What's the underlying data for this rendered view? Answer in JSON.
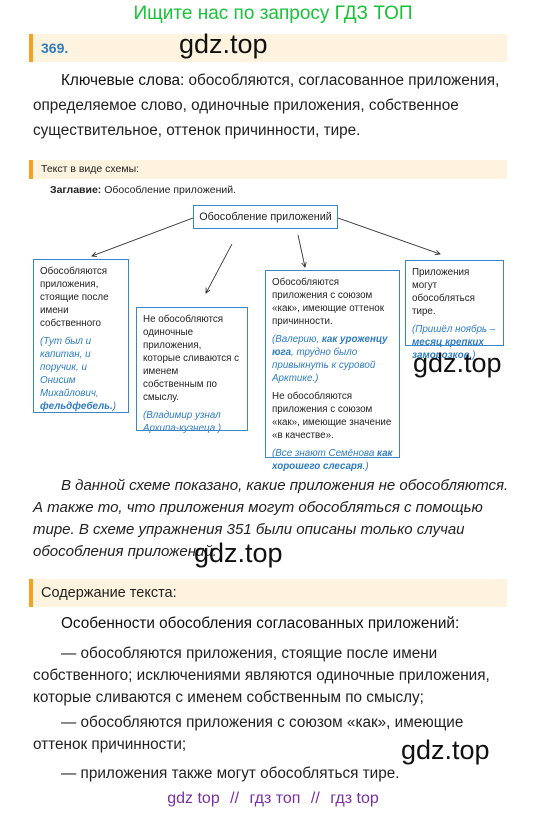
{
  "header": {
    "banner": "Ищите нас по запросу ГДЗ ТОП"
  },
  "exercise": {
    "number": "369."
  },
  "watermark": {
    "text": "gdz.top"
  },
  "keywords": {
    "label": "Ключевые слова:",
    "text": " обособляются, согласованное приложения, определяемое слово, одиночные приложения, собственное существительное, оттенок причинности, тире."
  },
  "schema": {
    "header": "Текст в виде схемы:",
    "title_label": "Заглавие:",
    "title_text": " Обособление приложений.",
    "root": "Обособление приложений",
    "box1": {
      "text": "Обособляются приложения, стоящие после имени собственного",
      "example_pre": "(Тут был и капитан, и поручик, и Онисим Михайлович, ",
      "example_bold": "фельдфебель.",
      "example_post": ")"
    },
    "box2": {
      "text": "Не обособляются одиночные приложения, которые сливаются с именем собственным по смыслу.",
      "example": "(Владимир узнал Архипа-кузнеца.)"
    },
    "box3": {
      "text1": "Обособляются приложения с союзом «как», имеющие оттенок причинности.",
      "example1_pre": "(Валерию, ",
      "example1_bold": "как уроженцу юга",
      "example1_post": ", трудно было привыкнуть к суровой Арктике.)",
      "text2": "Не обособляются приложения с союзом «как», имеющие значение «в качестве».",
      "example2_pre": "(Все знают Семёнова ",
      "example2_bold": "как хорошего слесаря",
      "example2_post": ".)"
    },
    "box4": {
      "text": "Приложения могут обособляться тире.",
      "example_pre": "(Пришёл ноябрь – ",
      "example_bold": "месяц крепких заморозков.",
      "example_post": ")"
    }
  },
  "description": "В данной схеме показано, какие приложения не обособляются. А также то, что приложения могут обособляться с помощью тире. В схеме упражнения 351 были описаны только случаи обособления приложений.",
  "content": {
    "header": "Содержание текста:",
    "title": "Особенности обособления согласованных приложений:",
    "line1": "— обособляются приложения, стоящие после имени собственного; исключениями являются одиночные приложения, которые сливаются с именем собственным по смыслу;",
    "line2": "— обособляются приложения с союзом «как», имеющие оттенок причинности;",
    "line3": "— приложения также могут обособляться тире."
  },
  "footer": {
    "link1": "gdz top",
    "sep": "//",
    "link2": "гдз топ",
    "link3": "гдз top"
  },
  "colors": {
    "accent": "#f5a31a",
    "bar_bg": "#fdf3df",
    "blue": "#2e7cc4",
    "green": "#19c23a",
    "purple": "#7b2fa6"
  }
}
